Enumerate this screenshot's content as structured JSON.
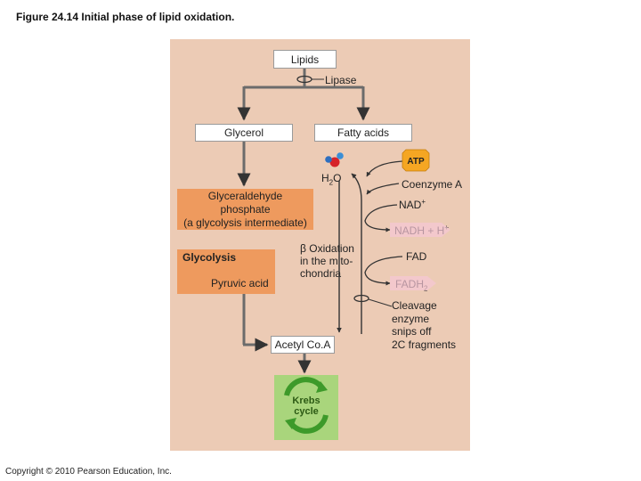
{
  "figure": {
    "title": "Figure 24.14 Initial phase of lipid oxidation.",
    "copyright": "Copyright © 2010 Pearson Education, Inc."
  },
  "nodes": {
    "lipids": "Lipids",
    "lipase": "Lipase",
    "glycerol": "Glycerol",
    "fatty_acids": "Fatty acids",
    "h2o": "H",
    "h2o_sub": "2",
    "h2o_end": "O",
    "atp": "ATP",
    "coenzyme_a": "Coenzyme A",
    "glyceraldehyde_lines": [
      "Glyceraldehyde",
      "phosphate",
      "(a glycolysis intermediate)"
    ],
    "nad": "NAD",
    "nad_sup": "+",
    "nadh": "NADH + H",
    "nadh_sup": "+",
    "glycolysis": "Glycolysis",
    "beta_oxidation_lines": [
      "β Oxidation",
      "in the mito-",
      "chondria"
    ],
    "fad": "FAD",
    "fadh": "FADH",
    "fadh_sub": "2",
    "pyruvic_acid": "Pyruvic acid",
    "cleavage_lines": [
      "Cleavage",
      "enzyme",
      "snips off",
      "2C fragments"
    ],
    "acetyl_coa": "Acetyl Co.A",
    "krebs_lines": [
      "Krebs",
      "cycle"
    ]
  },
  "colors": {
    "panel": "#eccbb5",
    "orange_box": "#ee9a5e",
    "atp_badge": "#f5a623",
    "pink_arrow": "#f7c6d6",
    "krebs_green": "#a9d57c",
    "krebs_arrows": "#3d9a2a"
  }
}
